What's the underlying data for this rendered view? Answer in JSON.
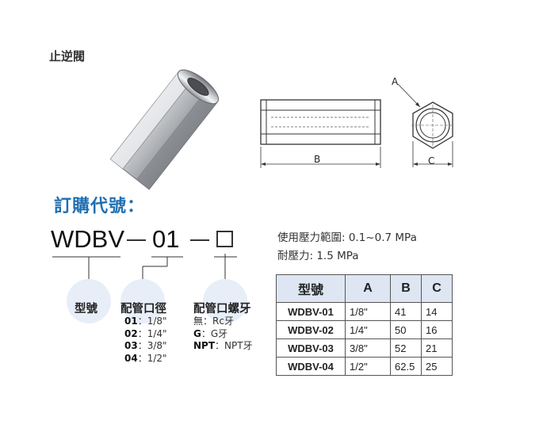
{
  "title": "止逆閥",
  "drawing": {
    "label_a": "A",
    "label_b": "B",
    "label_c": "C"
  },
  "order": {
    "heading": "訂購代號：",
    "prefix": "WDBV",
    "dash1": "－",
    "code": "01",
    "dash2": "－"
  },
  "specs": [
    "使用壓力範圍: 0.1~0.7 MPa",
    "耐壓力: 1.5 MPa"
  ],
  "legend": {
    "model": {
      "label": "型號"
    },
    "size": {
      "label": "配管口徑",
      "options": [
        {
          "code": "01",
          "sep": "：",
          "value": "1/8\""
        },
        {
          "code": "02",
          "sep": "：",
          "value": "1/4\""
        },
        {
          "code": "03",
          "sep": "：",
          "value": "3/8\""
        },
        {
          "code": "04",
          "sep": "：",
          "value": "1/2\""
        }
      ]
    },
    "thread": {
      "label": "配管口螺牙",
      "options": [
        {
          "code": "無",
          "sep": "：",
          "value": "Rc牙"
        },
        {
          "code": "G",
          "sep": "：",
          "value": "G牙"
        },
        {
          "code": "NPT",
          "sep": "：",
          "value": "NPT牙"
        }
      ]
    }
  },
  "table": {
    "headers": [
      "型號",
      "A",
      "B",
      "C"
    ],
    "rows": [
      [
        "WDBV-01",
        "1/8\"",
        "41",
        "14"
      ],
      [
        "WDBV-02",
        "1/4\"",
        "50",
        "16"
      ],
      [
        "WDBV-03",
        "3/8\"",
        "52",
        "21"
      ],
      [
        "WDBV-04",
        "1/2\"",
        "62.5",
        "25"
      ]
    ]
  }
}
